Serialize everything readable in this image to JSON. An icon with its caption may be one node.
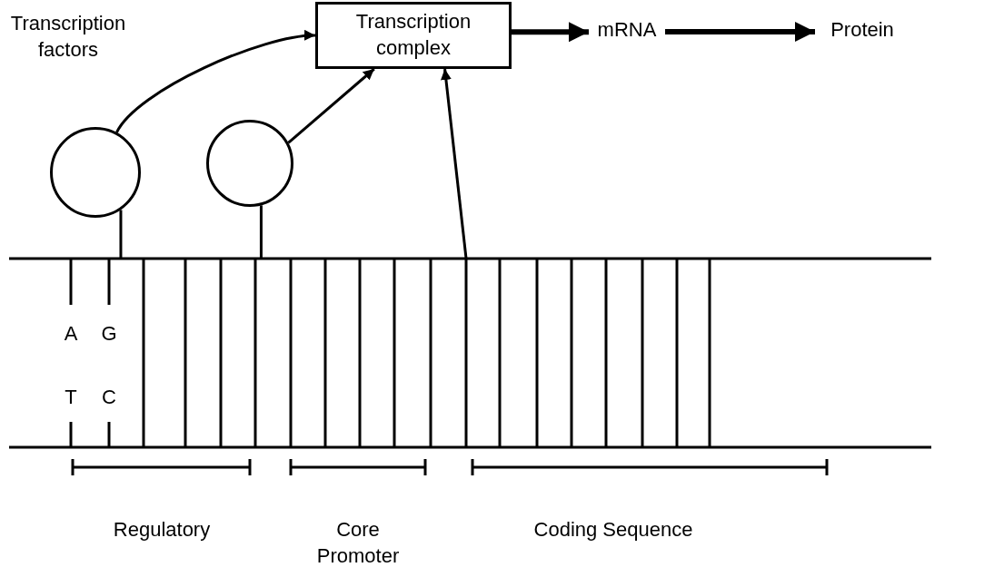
{
  "diagram": {
    "nodes": [
      {
        "text": [],
        "shape": "circle"
      },
      {
        "text": [],
        "shape": "circle"
      },
      {
        "text": [
          "Transcription complex"
        ]
      },
      {
        "text": [
          "mRNA"
        ]
      },
      {
        "text": [
          "Protein"
        ]
      },
      {
        "text": [],
        "shape": "picture"
      }
    ],
    "edges": [
      {
        "from": 0,
        "to": 2,
        "arrow": "to"
      },
      {
        "from": 1,
        "to": 2,
        "arrow": "to"
      },
      {
        "from": 5,
        "to": 2,
        "arrow": "to"
      },
      {
        "from": 2,
        "to": 3,
        "arrow": "to",
        "style": "thick"
      },
      {
        "from": 3,
        "to": 4,
        "arrow": "to",
        "style": "thick"
      },
      {
        "from": 0,
        "to": 5,
        "arrow": "none"
      },
      {
        "from": 1,
        "to": 5,
        "arrow": "none"
      }
    ],
    "labels": [
      "Transcription factors",
      "A",
      "G",
      "T",
      "C",
      "Regulatory",
      "Core Promoter",
      "Coding Sequence"
    ]
  }
}
